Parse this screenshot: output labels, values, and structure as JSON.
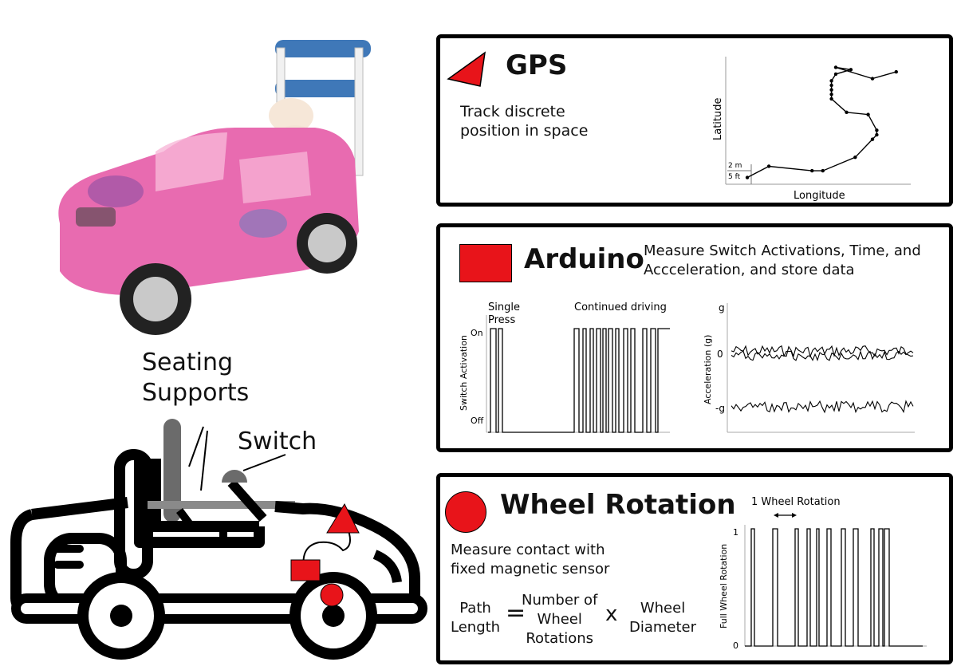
{
  "left": {
    "seating_label_1": "Seating",
    "seating_label_2": "Supports",
    "switch_label": "Switch"
  },
  "gps": {
    "title": "GPS",
    "desc_1": "Track discrete",
    "desc_2": "position in space",
    "xlabel": "Longitude",
    "ylabel": "Latitude",
    "scale_1": "2 m",
    "scale_2": "5 ft",
    "colors": {
      "icon": "#e8141a"
    }
  },
  "arduino": {
    "title": "Arduino",
    "desc_1": "Measure Switch Activations, Time, and",
    "desc_2": "Accceleration, and store data",
    "switch_ylabel": "Switch Activation",
    "tick_on": "On",
    "tick_off": "Off",
    "annot_single_1": "Single",
    "annot_single_2": "Press",
    "annot_continued": "Continued driving",
    "accel_ylabel": "Acceleration (g)",
    "tick_g": "g",
    "tick_0": "0",
    "tick_neg_g": "-g"
  },
  "wheel": {
    "title": "Wheel Rotation",
    "desc_1": "Measure contact with",
    "desc_2": "fixed magnetic sensor",
    "eq_lhs_1": "Path",
    "eq_lhs_2": "Length",
    "eq_equals": "=",
    "eq_mid_1": "Number of",
    "eq_mid_2": "Wheel",
    "eq_mid_3": "Rotations",
    "eq_times": "x",
    "eq_rhs_1": "Wheel",
    "eq_rhs_2": "Diameter",
    "annot": "1 Wheel Rotation",
    "ylabel": "Full Wheel Rotation",
    "tick_1": "1",
    "tick_0": "0"
  },
  "chart_data": [
    {
      "type": "line",
      "xlabel": "Longitude",
      "ylabel": "Latitude",
      "points_note": "",
      "x": [
        1,
        2,
        4,
        4.5,
        6,
        6.8,
        7,
        7,
        6.6,
        5.6,
        4.9,
        4.9,
        4.9,
        4.9,
        4.9,
        5.1,
        5.8,
        5.1,
        6.8,
        7.9
      ],
      "y": [
        0.3,
        0.8,
        0.6,
        0.6,
        1.2,
        2.0,
        2.2,
        2.4,
        3.1,
        3.2,
        3.8,
        4.0,
        4.2,
        4.4,
        4.6,
        4.9,
        5.1,
        5.2,
        4.7,
        5.0
      ]
    },
    {
      "type": "line",
      "ylabel": "Switch Activation",
      "yticks": [
        "Off",
        "On"
      ],
      "annotations": [
        "Single Press",
        "Continued driving"
      ]
    },
    {
      "type": "line",
      "ylabel": "Acceleration (g)",
      "yticks": [
        "-g",
        "0",
        "g"
      ],
      "series_count": 2
    },
    {
      "type": "line",
      "ylabel": "Full Wheel Rotation",
      "yticks": [
        "0",
        "1"
      ],
      "annotations": [
        "1 Wheel Rotation"
      ]
    }
  ]
}
